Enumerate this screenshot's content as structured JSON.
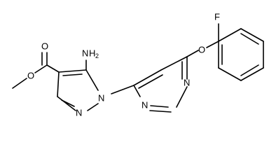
{
  "structure": {
    "atoms": {
      "fluorine": "F",
      "ether_oxygen": "O",
      "carbonyl_oxygen": "O",
      "ester_oxygen": "O",
      "amino_n": "N",
      "amino_h": "H",
      "amino_subscript": "2",
      "pyrazole_n1": "N",
      "pyrazole_n2": "N",
      "pyrimidine_n_top": "N",
      "pyrimidine_n_bottom": "N"
    }
  }
}
